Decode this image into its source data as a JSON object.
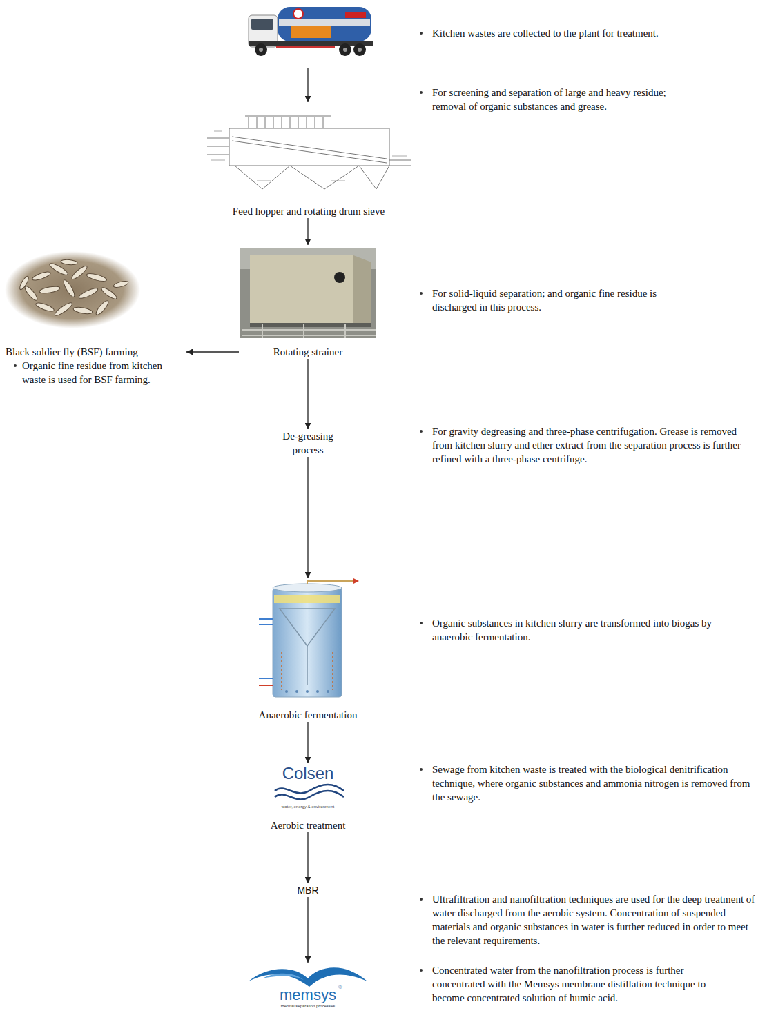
{
  "diagram": {
    "nodes": [
      {
        "text": [
          "Feed hopper and rotating drum sieve"
        ]
      },
      {
        "text": [
          "Rotating strainer"
        ]
      },
      {
        "text": [
          "Black soldier fly (BSF) farming",
          "Organic fine residue from kitchen waste is used for BSF farming."
        ]
      },
      {
        "text": [
          "De-greasing process"
        ]
      },
      {
        "text": [
          "Anaerobic fermentation"
        ]
      },
      {
        "text": [
          "Colsen",
          "Aerobic treatment"
        ]
      },
      {
        "text": [
          "MBR"
        ]
      },
      {
        "text": [
          "memsys"
        ]
      }
    ],
    "edges": [
      {
        "from": 0,
        "to": 1,
        "arrow": "to"
      },
      {
        "from": 1,
        "to": 2,
        "arrow": "to"
      },
      {
        "from": 1,
        "to": 3,
        "arrow": "to"
      },
      {
        "from": 3,
        "to": 4,
        "arrow": "to"
      },
      {
        "from": 4,
        "to": 5,
        "arrow": "to"
      },
      {
        "from": 5,
        "to": 6,
        "arrow": "to"
      },
      {
        "from": 6,
        "to": 7,
        "arrow": "to"
      }
    ],
    "labels": [
      "Kitchen wastes are collected to the plant for treatment.",
      "For screening and separation of large and heavy residue; removal of organic substances and grease.",
      "For solid-liquid separation; and organic fine residue is discharged in this process.",
      "For gravity degreasing and three-phase centrifugation. Grease is removed from kitchen slurry and ether extract from the separation process is further refined with a three-phase centrifuge.",
      "Organic substances in kitchen slurry are transformed into biogas by anaerobic fermentation.",
      "water, energy & environment",
      "Sewage from kitchen waste is treated with the biological denitrification technique, where organic substances and ammonia nitrogen is removed from the sewage.",
      "Ultrafiltration and nanofiltration techniques are used for the deep treatment of water discharged from the aerobic system. Concentration of suspended materials and organic substances in water is further reduced in order to meet the relevant requirements.",
      "®",
      "thermal separation processes",
      "Concentrated water from the nanofiltration process is further concentrated with the Memsys membrane distillation technique to become concentrated solution of humic acid."
    ]
  }
}
